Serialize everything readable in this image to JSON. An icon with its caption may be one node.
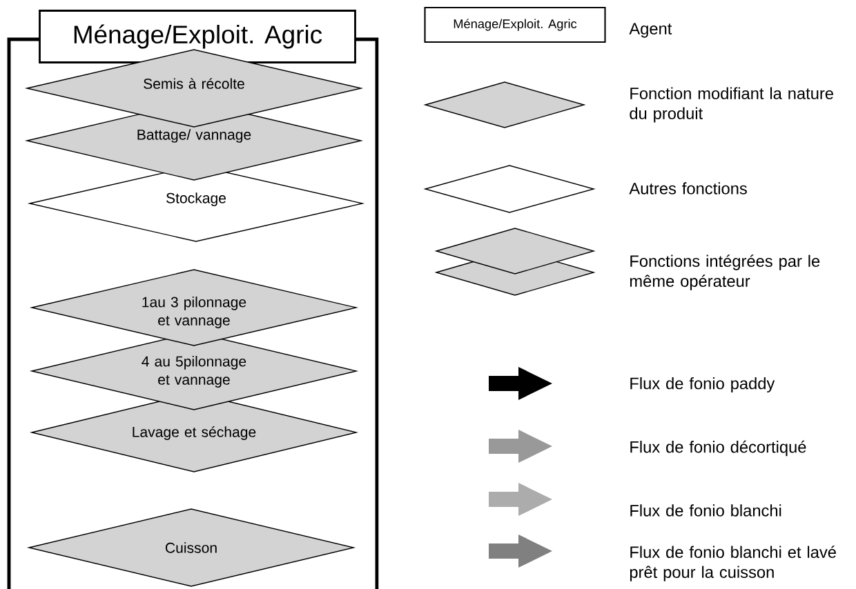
{
  "diagram": {
    "nodes": [
      {
        "text": [
          "Ménage/Exploit. Agric"
        ]
      },
      {
        "text": [
          "Semis à récolte"
        ],
        "in": 0
      },
      {
        "text": [
          "Battage/ vannage"
        ],
        "in": 0
      },
      {
        "text": [
          "Stockage"
        ],
        "in": 0
      },
      {
        "text": [
          "1au 3 pilonnage et vannage"
        ],
        "in": 0
      },
      {
        "text": [
          "4 au 5pilonnage et vannage"
        ],
        "in": 0
      },
      {
        "text": [
          "Lavage et séchage"
        ],
        "in": 0
      },
      {
        "text": [
          "Cuisson"
        ],
        "in": 0
      },
      {
        "text": [
          "Ménage/Exploit. Agric"
        ]
      },
      {
        "text": [],
        "shape": "diamond"
      },
      {
        "text": [],
        "shape": "diamond"
      }
    ],
    "legend": [
      {
        "text": "Agent"
      },
      {
        "text": "Fonction modifiant la nature du produit"
      },
      {
        "text": "Autres fonctions"
      },
      {
        "text": "Fonctions intégrées par le même opérateur"
      },
      {
        "text": "Flux de fonio paddy"
      },
      {
        "text": "Flux de fonio décortiqué"
      },
      {
        "text": "Flux de fonio blanchi"
      },
      {
        "text": "Flux de fonio blanchi et lavé prêt pour la cuisson"
      }
    ]
  }
}
